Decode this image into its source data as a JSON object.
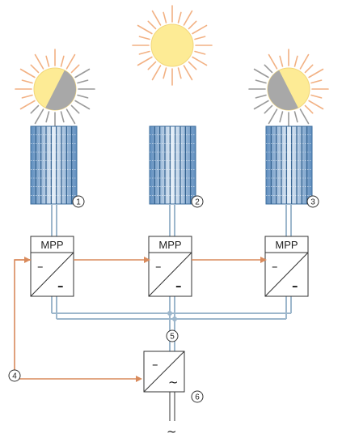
{
  "colors": {
    "sun_yellow": "#FDEB95",
    "sun_ray": "#F2B183",
    "shade_grey": "#A8A8A8",
    "shade_ray": "#9A9A9A",
    "dc_wire": "#9DB7CC",
    "signal_wire": "#D98A5B",
    "panel_blue": "#4A7FB3",
    "box_stroke": "#333333"
  },
  "icons": {
    "sun": "sun-icon",
    "partially_shaded_sun": "half-shaded-sun-icon",
    "pv_module": "solar-panel-icon",
    "dc_dc_converter": "dc-dc-converter-icon",
    "dc_ac_inverter": "dc-ac-inverter-icon"
  },
  "strings": [
    {
      "number": "1",
      "mpp_label": "MPP",
      "shaded": true,
      "shade_side": "right"
    },
    {
      "number": "2",
      "mpp_label": "MPP",
      "shaded": false,
      "shade_side": ""
    },
    {
      "number": "3",
      "mpp_label": "MPP",
      "shaded": true,
      "shade_side": "left"
    }
  ],
  "converter_symbol": {
    "top": "–",
    "bottom": "–"
  },
  "inverter_symbol": {
    "top": "–",
    "bottom": "~"
  },
  "markers": {
    "dc_bus": "5",
    "control": "4",
    "inverter": "6"
  },
  "ac_output_symbol": "~"
}
